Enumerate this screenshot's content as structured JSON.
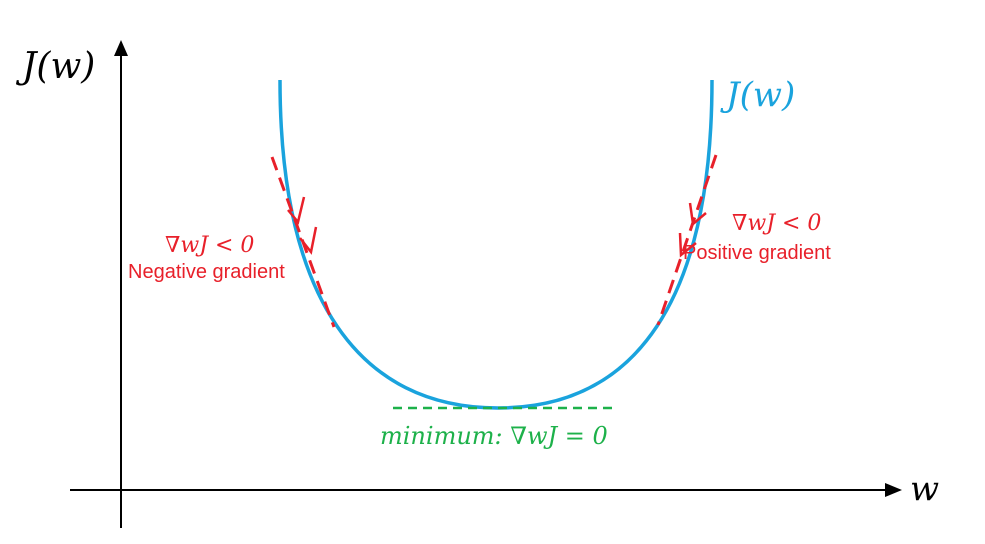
{
  "axes": {
    "y_label": "J(w)",
    "x_label": "w"
  },
  "curve": {
    "label": "J(w)",
    "color": "#1aa3dd"
  },
  "left_tangent": {
    "gradient_label": "∇wJ < 0",
    "caption": "Negative gradient",
    "color": "#e8202a"
  },
  "right_tangent": {
    "gradient_label": "∇wJ < 0",
    "caption": "Positive gradient",
    "color": "#e8202a"
  },
  "minimum": {
    "label": "minimum: ∇wJ = 0",
    "color": "#1db14a"
  },
  "colors": {
    "axis": "#000000"
  }
}
